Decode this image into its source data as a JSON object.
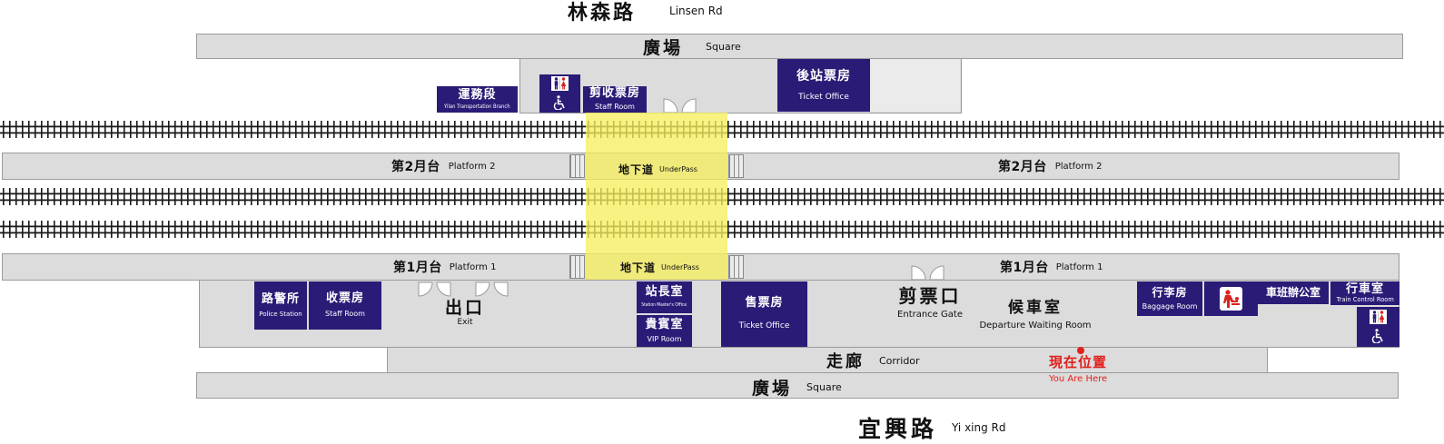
{
  "colors": {
    "room": "#2a1b77",
    "floor": "#dcdcdc",
    "underpass": "#f5ee5e",
    "marker": "#e0201b",
    "track": "#1a1a1a"
  },
  "roads": {
    "north": {
      "zh": "林森路",
      "en": "Linsen Rd"
    },
    "south": {
      "zh": "宜興路",
      "en": "Yi xing Rd"
    }
  },
  "squares": {
    "north": {
      "zh": "廣場",
      "en": "Square"
    },
    "south": {
      "zh": "廣場",
      "en": "Square"
    }
  },
  "rear_building": {
    "transport_branch": {
      "zh": "運務段",
      "en": "Yilan Transportation Branch"
    },
    "restroom_icons": [
      "restroom-icon",
      "wheelchair-icon"
    ],
    "staff_room": {
      "zh": "剪收票房",
      "en": "Staff Room"
    },
    "ticket_office": {
      "zh": "後站票房",
      "en": "Ticket Office"
    }
  },
  "platforms": {
    "platform2": {
      "zh": "第2月台",
      "en": "Platform 2"
    },
    "platform1": {
      "zh": "第1月台",
      "en": "Platform 1"
    }
  },
  "underpass": {
    "zh": "地下道",
    "en": "UnderPass"
  },
  "front_building": {
    "police_station": {
      "zh": "路警所",
      "en": "Police Station"
    },
    "staff_room": {
      "zh": "收票房",
      "en": "Staff Room"
    },
    "exit": {
      "zh": "出口",
      "en": "Exit"
    },
    "station_master": {
      "zh": "站長室",
      "en": "Station Master's Office"
    },
    "vip_room": {
      "zh": "貴賓室",
      "en": "VIP Room"
    },
    "ticket_office": {
      "zh": "售票房",
      "en": "Ticket Office"
    },
    "entrance_gate": {
      "zh": "剪票口",
      "en": "Entrance Gate"
    },
    "waiting_room": {
      "zh": "候車室",
      "en": "Departure Waiting Room"
    },
    "baggage_room": {
      "zh": "行李房",
      "en": "Baggage Room"
    },
    "nursery_icon": "baby-changing-icon",
    "crew_office": {
      "zh": "車班辦公室"
    },
    "train_control": {
      "zh": "行車室",
      "en": "Train Control Room"
    },
    "restroom_icons": [
      "restroom-icon",
      "wheelchair-icon"
    ]
  },
  "corridor": {
    "zh": "走廊",
    "en": "Corridor"
  },
  "you_are_here": {
    "zh": "現在位置",
    "en": "You Are Here"
  }
}
